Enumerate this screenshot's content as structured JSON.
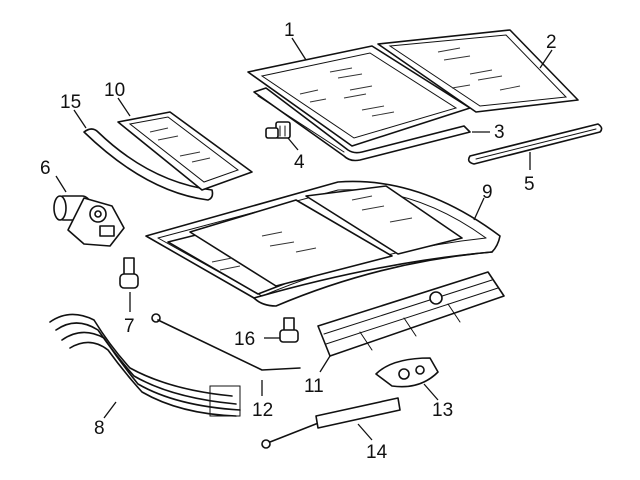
{
  "callouts": [
    {
      "id": "p1",
      "label": "1"
    },
    {
      "id": "p2",
      "label": "2"
    },
    {
      "id": "p3",
      "label": "3"
    },
    {
      "id": "p4",
      "label": "4"
    },
    {
      "id": "p5",
      "label": "5"
    },
    {
      "id": "p6",
      "label": "6"
    },
    {
      "id": "p7",
      "label": "7"
    },
    {
      "id": "p8",
      "label": "8"
    },
    {
      "id": "p9",
      "label": "9"
    },
    {
      "id": "p10",
      "label": "10"
    },
    {
      "id": "p11",
      "label": "11"
    },
    {
      "id": "p12",
      "label": "12"
    },
    {
      "id": "p13",
      "label": "13"
    },
    {
      "id": "p14",
      "label": "14"
    },
    {
      "id": "p15",
      "label": "15"
    },
    {
      "id": "p16",
      "label": "16"
    }
  ]
}
